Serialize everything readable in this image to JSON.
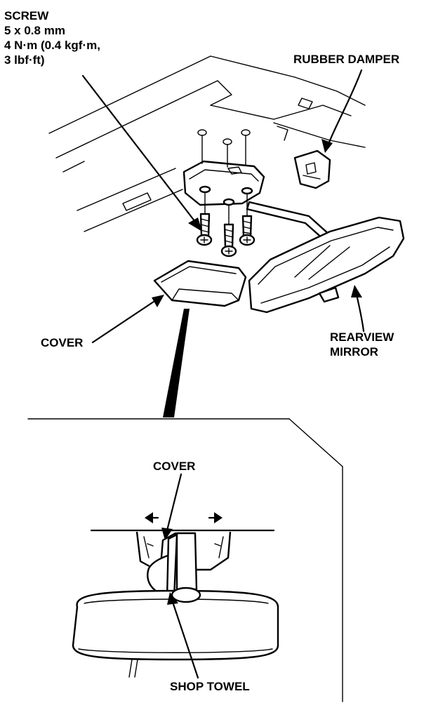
{
  "labels": {
    "screw": {
      "line1": "SCREW",
      "line2": "5 x 0.8 mm",
      "line3": "4 N·m (0.4 kgf·m,",
      "line4": "3 lbf·ft)"
    },
    "rubber_damper": "RUBBER DAMPER",
    "cover_top": "COVER",
    "rearview_mirror": {
      "line1": "REARVIEW",
      "line2": "MIRROR"
    },
    "cover_detail": "COVER",
    "shop_towel": "SHOP TOWEL"
  },
  "colors": {
    "ink": "#000000",
    "paper": "#ffffff"
  }
}
